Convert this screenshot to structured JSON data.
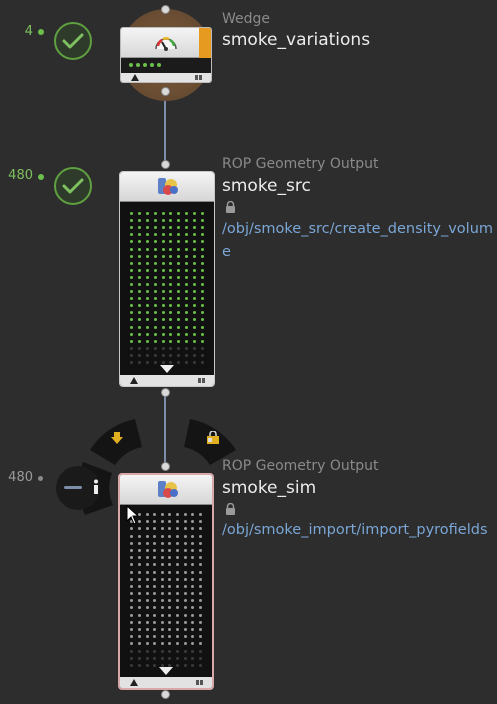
{
  "nodes": [
    {
      "id": "wedge",
      "type_label": "Wedge",
      "name": "smoke_variations",
      "count": "4",
      "status": "complete"
    },
    {
      "id": "smoke_src",
      "type_label": "ROP Geometry Output",
      "name": "smoke_src",
      "count": "480",
      "status": "complete",
      "path": "/obj/smoke_src/create_density_volume"
    },
    {
      "id": "smoke_sim",
      "type_label": "ROP Geometry Output",
      "name": "smoke_sim",
      "count": "480",
      "status": "pending",
      "path": "/obj/smoke_import/import_pyrofields"
    }
  ],
  "colors": {
    "background": "#2d2d2d",
    "complete": "#6cbf4a",
    "pending": "#8a8a8a",
    "path_link": "#7aa6d6",
    "wedge_flag": "#e69a20",
    "ring_arrow": "#e0b020"
  },
  "icons": {
    "wedge": "gauge-icon",
    "rop": "rop-geometry-icon",
    "status_complete": "check-icon",
    "lock": "lock-icon",
    "ring_info": "info-icon",
    "ring_down": "arrow-down-icon",
    "ring_lock": "lock-flag-icon"
  }
}
